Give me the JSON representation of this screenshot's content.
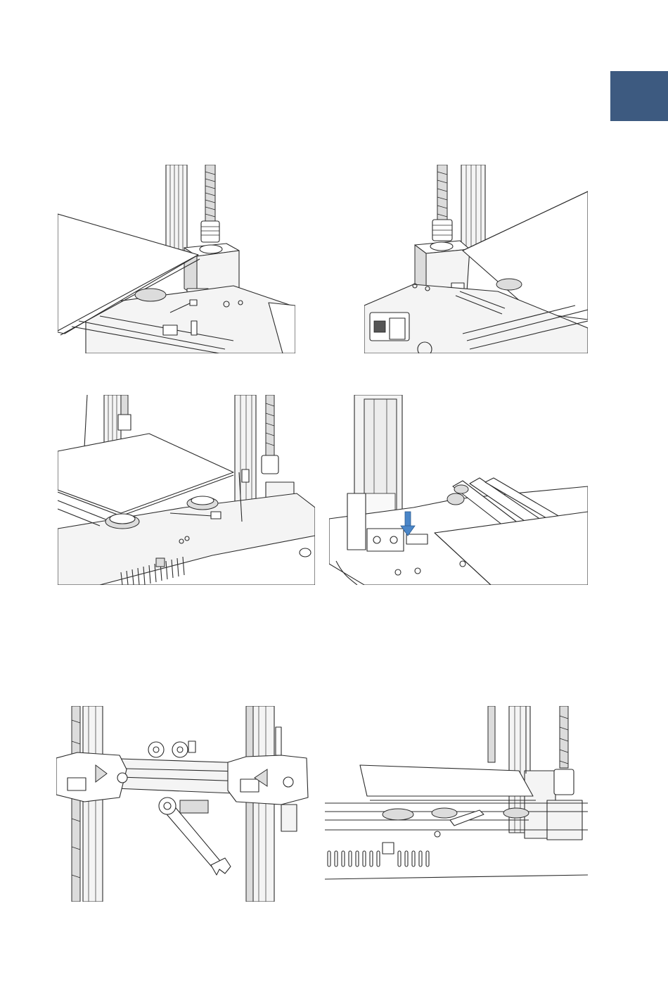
{
  "section_tab": {
    "color": "#3d5a80"
  },
  "figures": [
    {
      "id": "fig-1"
    },
    {
      "id": "fig-2"
    },
    {
      "id": "fig-3"
    },
    {
      "id": "fig-4",
      "accent_color": "#4a86c8"
    },
    {
      "id": "fig-5"
    },
    {
      "id": "fig-6"
    }
  ]
}
